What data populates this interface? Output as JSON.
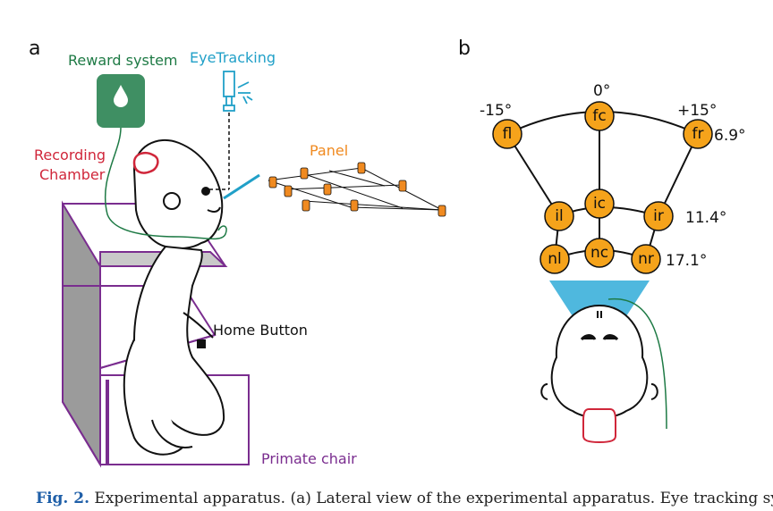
{
  "panel_a": {
    "letter": "a",
    "labels": {
      "reward_system": "Reward system",
      "eye_tracking": "EyeTracking",
      "recording_chamber_line1": "Recording",
      "recording_chamber_line2": "Chamber",
      "panel": "Panel",
      "home_button": "Home Button",
      "primate_chair": "Primate chair"
    },
    "colors": {
      "reward": "#3f8f63",
      "eye_tracking": "#21a0c8",
      "recording": "#d0263a",
      "panel": "#f08a20",
      "chair": "#7a2d8f"
    }
  },
  "panel_b": {
    "letter": "b",
    "angles": {
      "left": "-15°",
      "center": "0°",
      "right": "+15°"
    },
    "eccentricities": {
      "far": "6.9°",
      "intermediate": "11.4°",
      "near": "17.1°"
    },
    "targets": {
      "fl": "fl",
      "fc": "fc",
      "fr": "fr",
      "il": "il",
      "ic": "ic",
      "ir": "ir",
      "nl": "nl",
      "nc": "nc",
      "nr": "nr"
    },
    "target_color": "#f5a31b",
    "screen_color": "#4fb8de"
  },
  "caption": {
    "prefix": "Fig. 2.",
    "text": " Experimental apparatus. (a) Lateral view of the experimental apparatus. Eye tracking sy"
  }
}
